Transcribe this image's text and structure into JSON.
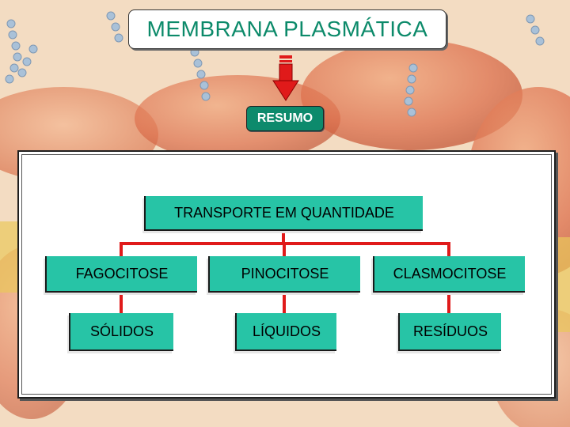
{
  "slide": {
    "title": "MEMBRANA PLASMÁTICA",
    "subtitle": "RESUMO"
  },
  "diagram": {
    "root": "TRANSPORTE EM QUANTIDADE",
    "branches": [
      {
        "label": "FAGOCITOSE",
        "child": "SÓLIDOS"
      },
      {
        "label": "PINOCITOSE",
        "child": "LÍQUIDOS"
      },
      {
        "label": "CLASMOCITOSE",
        "child": "RESÍDUOS"
      }
    ]
  },
  "colors": {
    "node_fill": "#27c4a6",
    "title_text": "#0c8a6a",
    "badge_fill": "#0d8a6c",
    "connector": "#e01a1a",
    "arrow": "#e01a1a"
  },
  "icons": {
    "down_arrow": "down-arrow-icon"
  }
}
